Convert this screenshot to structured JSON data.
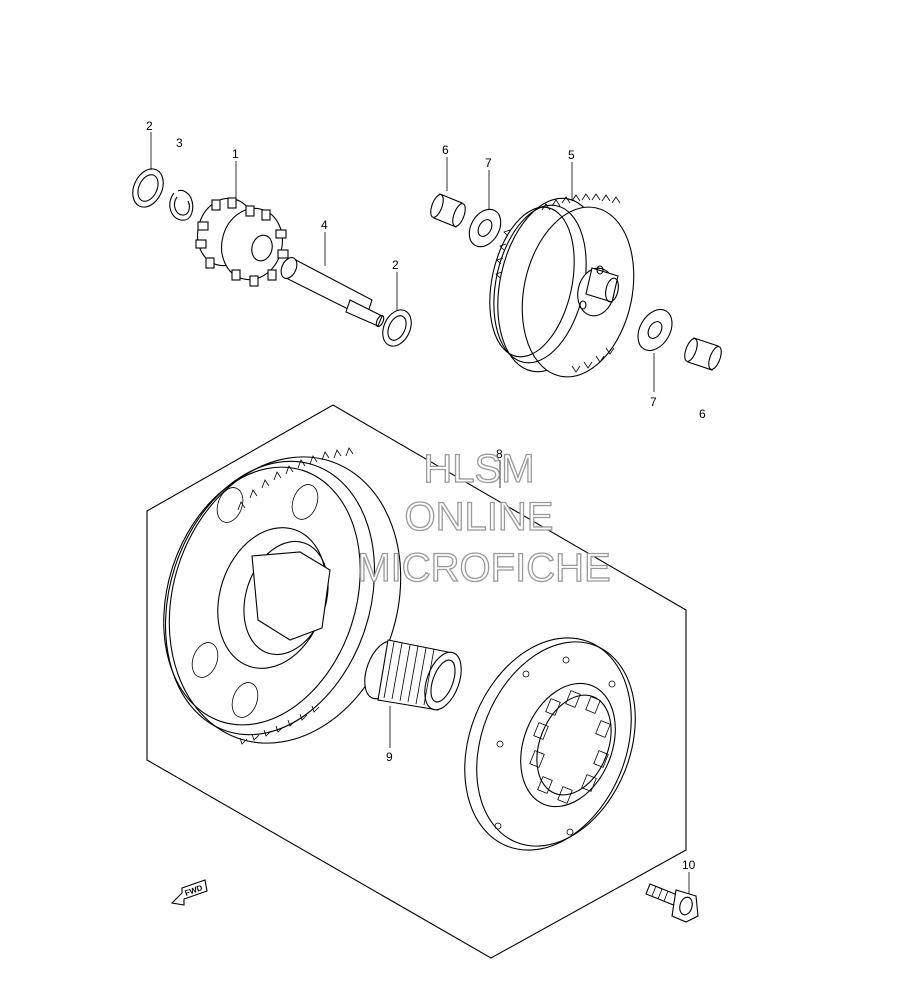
{
  "callouts": {
    "c1": "1",
    "c2a": "2",
    "c2b": "2",
    "c3": "3",
    "c4": "4",
    "c5": "5",
    "c6a": "6",
    "c6b": "6",
    "c7a": "7",
    "c7b": "7",
    "c8": "8",
    "c9": "9",
    "c10": "10"
  },
  "watermark": {
    "line1": "HLSM",
    "line2": "ONLINE",
    "line3": "MICROFICHE"
  },
  "fwd_label": "FWD"
}
